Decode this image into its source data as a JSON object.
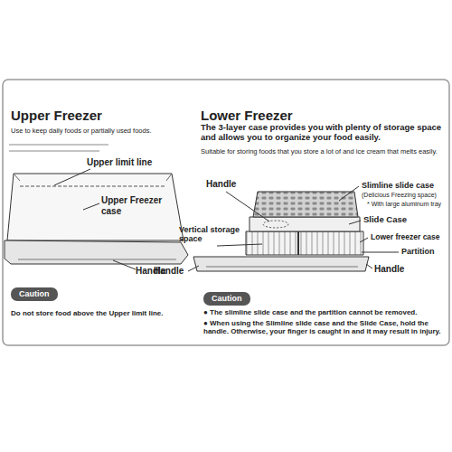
{
  "diagram": {
    "nodes": [
      {
        "text": [
          "Caution"
        ]
      },
      {
        "text": [
          "Caution"
        ]
      }
    ],
    "labels": [
      "Upper Freezer",
      "Use to keep daily foods or partially used foods.",
      "Upper limit line",
      "Upper Freezer case",
      "Handle",
      "Do not store food above the Upper limit line.",
      "Lower Freezer",
      "The 3-layer case provides you with plenty of storage space and allows you to organize your food easily.",
      "Suitable for storing foods that you store a lot of and ice cream that melts easily.",
      "Handle",
      "Slimline slide case",
      "(Delicious Freezing space)",
      "* With large aluminum tray",
      "Vertical storage space",
      "Slide Case",
      "Lower freezer case",
      "Partition",
      "Handle",
      "Handle",
      "● The slimline slide case and the partition cannot be removed.",
      "● When using the Slimline slide case and the Slide Case, hold the handle. Otherwise, your finger is caught in and it may result in injury."
    ]
  }
}
